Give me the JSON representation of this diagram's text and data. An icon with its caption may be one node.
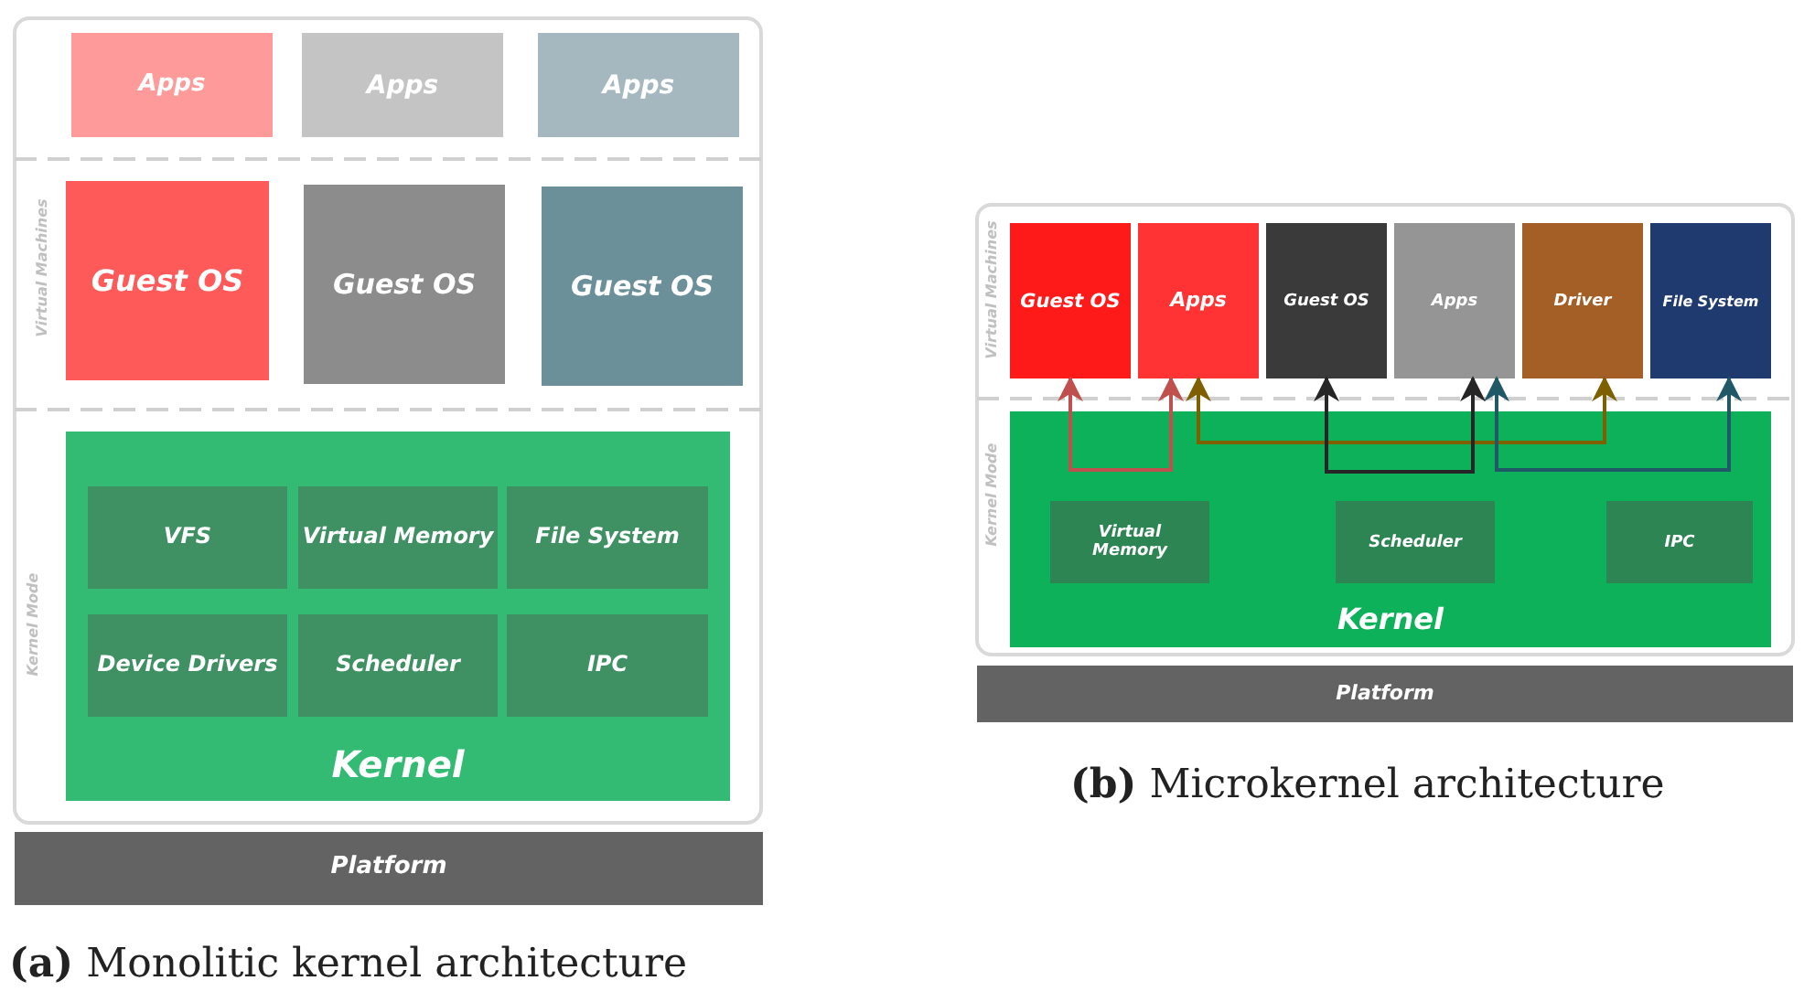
{
  "diagram": {
    "nodes": [
      {
        "text": [
          "Apps"
        ]
      },
      {
        "text": [
          "Apps"
        ]
      },
      {
        "text": [
          "Apps"
        ]
      },
      {
        "text": [
          "Guest OS"
        ]
      },
      {
        "text": [
          "Guest OS"
        ]
      },
      {
        "text": [
          "Guest OS"
        ]
      },
      {
        "text": [
          "Kernel"
        ]
      },
      {
        "text": [
          "VFS"
        ],
        "in": 6
      },
      {
        "text": [
          "Virtual Memory"
        ],
        "in": 6
      },
      {
        "text": [
          "File System"
        ],
        "in": 6
      },
      {
        "text": [
          "Device Drivers"
        ],
        "in": 6
      },
      {
        "text": [
          "Scheduler"
        ],
        "in": 6
      },
      {
        "text": [
          "IPC"
        ],
        "in": 6
      },
      {
        "text": [
          "Platform"
        ]
      },
      {
        "text": [
          "Guest OS"
        ]
      },
      {
        "text": [
          "Apps"
        ]
      },
      {
        "text": [
          "Guest OS"
        ]
      },
      {
        "text": [
          "Apps"
        ]
      },
      {
        "text": [
          "Driver"
        ]
      },
      {
        "text": [
          "File System"
        ]
      },
      {
        "text": [
          "Kernel"
        ]
      },
      {
        "text": [
          "Virtual Memory"
        ],
        "in": 20
      },
      {
        "text": [
          "Scheduler"
        ],
        "in": 20
      },
      {
        "text": [
          "IPC"
        ],
        "in": 20
      },
      {
        "text": [
          "Platform"
        ]
      }
    ],
    "edges": [
      {
        "from": 14,
        "to": 15,
        "arrow": "both",
        "color": "#c0504d"
      },
      {
        "from": 15,
        "to": 18,
        "arrow": "both",
        "color": "#7f6000"
      },
      {
        "from": 16,
        "to": 17,
        "arrow": "both",
        "color": "#262626"
      },
      {
        "from": 17,
        "to": 19,
        "arrow": "both",
        "color": "#215868"
      }
    ],
    "labels": [
      "Virtual Machines",
      "Kernel Mode",
      "Virtual Machines",
      "Kernel Mode",
      "**(b)** Microkernel architecture",
      "**(a)** Monolitic kernel architecture"
    ]
  }
}
